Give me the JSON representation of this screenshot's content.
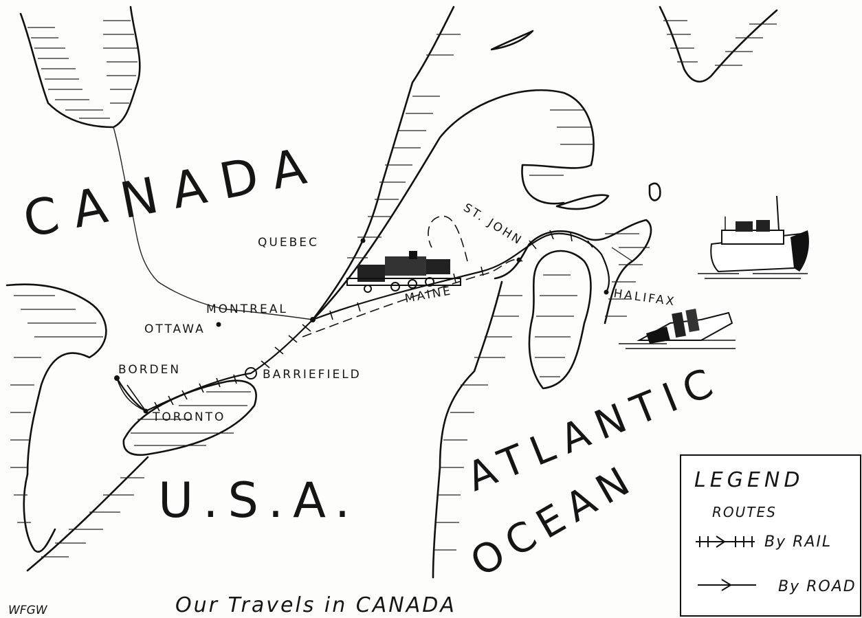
{
  "map": {
    "title": "Our Travels in CANADA",
    "signature": "WFGW",
    "regions": {
      "canada": "CANADA",
      "usa": "U.S.A.",
      "atlantic": "ATLANTIC",
      "ocean": "OCEAN"
    },
    "places": {
      "quebec": "QUEBEC",
      "montreal": "MONTREAL",
      "ottawa": "OTTAWA",
      "borden": "BORDEN",
      "toronto": "TORONTO",
      "barriefield": "BARRIEFIELD",
      "maine": "MAINE",
      "st_john": "ST. JOHN",
      "halifax": "HALIFAX"
    },
    "legend": {
      "title": "LEGEND",
      "routes_label": "ROUTES",
      "rail_label": "By RAIL",
      "road_label": "By ROAD"
    },
    "colors": {
      "ink": "#151515",
      "paper": "#fdfdfb"
    },
    "icons": [
      "steam-train-icon",
      "passenger-ship-icon",
      "sinking-ship-icon"
    ]
  }
}
